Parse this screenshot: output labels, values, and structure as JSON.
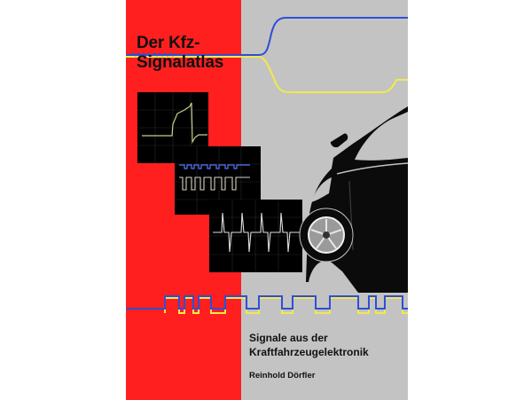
{
  "book": {
    "title_lines": [
      "Der Kfz-",
      "Signalatlas"
    ],
    "subtitle_lines": [
      "Signale aus der",
      "Kraftfahrzeugelektronik"
    ],
    "author": "Reinhold Dörfler"
  },
  "colors": {
    "red_panel": "#ff1f1f",
    "grey_panel": "#c3c3c3",
    "signal_blue": "#2e4fd6",
    "signal_yellow": "#f3e94a",
    "scope_screen": "#000000"
  }
}
